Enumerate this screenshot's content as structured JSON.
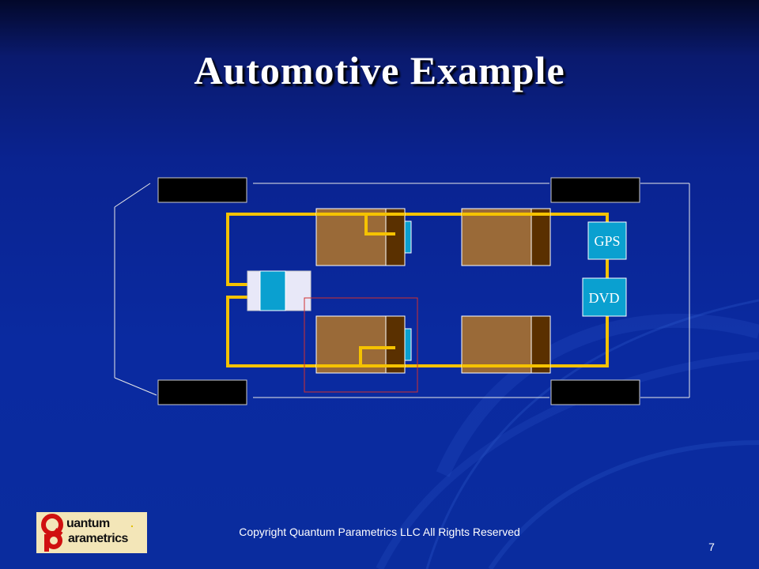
{
  "slide": {
    "title": "Automotive Example",
    "footer": {
      "copyright": "Copyright Quantum Parametrics LLC All Rights Reserved",
      "page_number": "7"
    },
    "logo": {
      "line1": "uantum",
      "line2": "arametrics",
      "big_letters": "Q p"
    }
  },
  "diagram": {
    "modules": [
      {
        "id": "gps",
        "label": "GPS"
      },
      {
        "id": "dvd",
        "label": "DVD"
      }
    ],
    "colors": {
      "wire": "#f5c200",
      "ecu_body": "#9a6a38",
      "ecu_connector": "#5a3000",
      "module_fill": "#0aa0d0",
      "tire": "#000000",
      "outline": "#e8e8e8",
      "highlight": "#d03030",
      "gateway_bg": "#e8e8f8"
    }
  }
}
